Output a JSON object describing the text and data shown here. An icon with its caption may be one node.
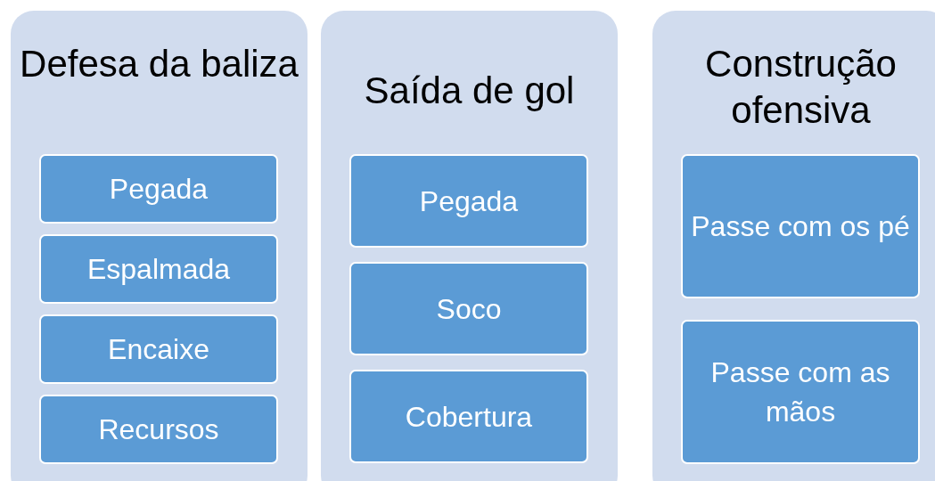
{
  "diagram": {
    "nodes": [
      {
        "text": [
          "Defesa da baliza"
        ]
      },
      {
        "text": [
          "Pegada"
        ],
        "in": 0
      },
      {
        "text": [
          "Espalmada"
        ],
        "in": 0
      },
      {
        "text": [
          "Encaixe"
        ],
        "in": 0
      },
      {
        "text": [
          "Recursos"
        ],
        "in": 0
      },
      {
        "text": [
          "Saída de gol"
        ]
      },
      {
        "text": [
          "Pegada"
        ],
        "in": 5
      },
      {
        "text": [
          "Soco"
        ],
        "in": 5
      },
      {
        "text": [
          "Cobertura"
        ],
        "in": 5
      },
      {
        "text": [
          "Construção ofensiva"
        ]
      },
      {
        "text": [
          "Passe com os pé"
        ],
        "in": 9
      },
      {
        "text": [
          "Passe com as mãos"
        ],
        "in": 9
      }
    ]
  }
}
